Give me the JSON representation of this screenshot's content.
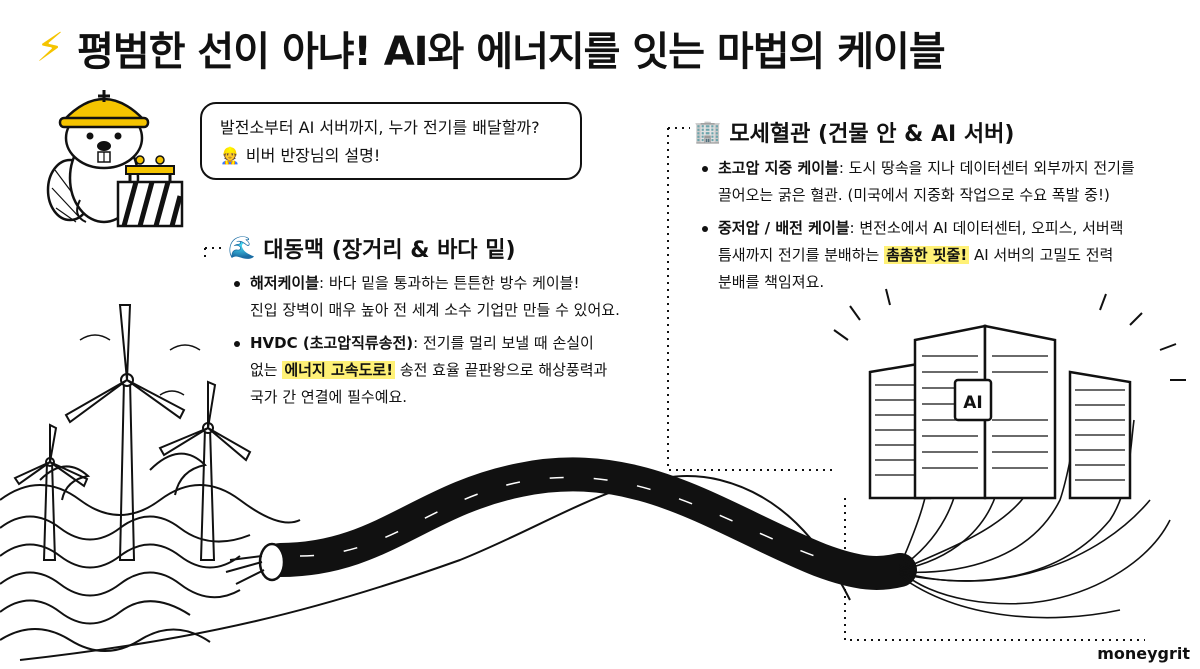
{
  "title": {
    "icon": "lightning-bolt-icon",
    "text": "평범한 선이 아냐! AI와 에너지를 잇는 마법의 케이블"
  },
  "bubble": {
    "line1": "발전소부터 AI 서버까지, 누가 전기를 배달할까?",
    "line2": "비버 반장님의 설명!"
  },
  "sections": {
    "artery": {
      "icon": "wave-icon",
      "title": "대동맥 (장거리 & 바다 밑)",
      "items": [
        {
          "term": "해저케이블",
          "line1": ": 바다 밑을 통과하는 튼튼한 방수 케이블!",
          "line2": "진입 장벽이 매우 높아 전 세계 소수 기업만 만들 수 있어요."
        },
        {
          "term": "HVDC (초고압직류송전)",
          "line1": ": 전기를 멀리 보낼 때 손실이",
          "line2_pre": "없는 ",
          "highlight": "에너지 고속도로!",
          "line2_post": " 송전 효율 끝판왕으로 해상풍력과",
          "line3": "국가 간 연결에 필수예요."
        }
      ]
    },
    "capillary": {
      "icon": "building-icon",
      "title": "모세혈관 (건물 안 & AI 서버)",
      "items": [
        {
          "term": "초고압 지중 케이블",
          "line1": ": 도시 땅속을 지나 데이터센터 외부까지 전기를",
          "line2": "끌어오는 굵은 혈관. (미국에서 지중화 작업으로 수요 폭발 중!)"
        },
        {
          "term": "중저압 / 배전 케이블",
          "line1": ": 변전소에서 AI 데이터센터, 오피스, 서버랙",
          "line2_pre": "틈새까지 전기를 분배하는 ",
          "highlight": "촘촘한 핏줄!",
          "line2_post": " AI 서버의 고밀도 전력",
          "line3": "분배를 책임져요."
        }
      ]
    }
  },
  "server": {
    "chip_label": "AI"
  },
  "brand": "moneygrit",
  "colors": {
    "accent": "#f5c400",
    "highlight": "#fff176",
    "ink": "#111111"
  }
}
